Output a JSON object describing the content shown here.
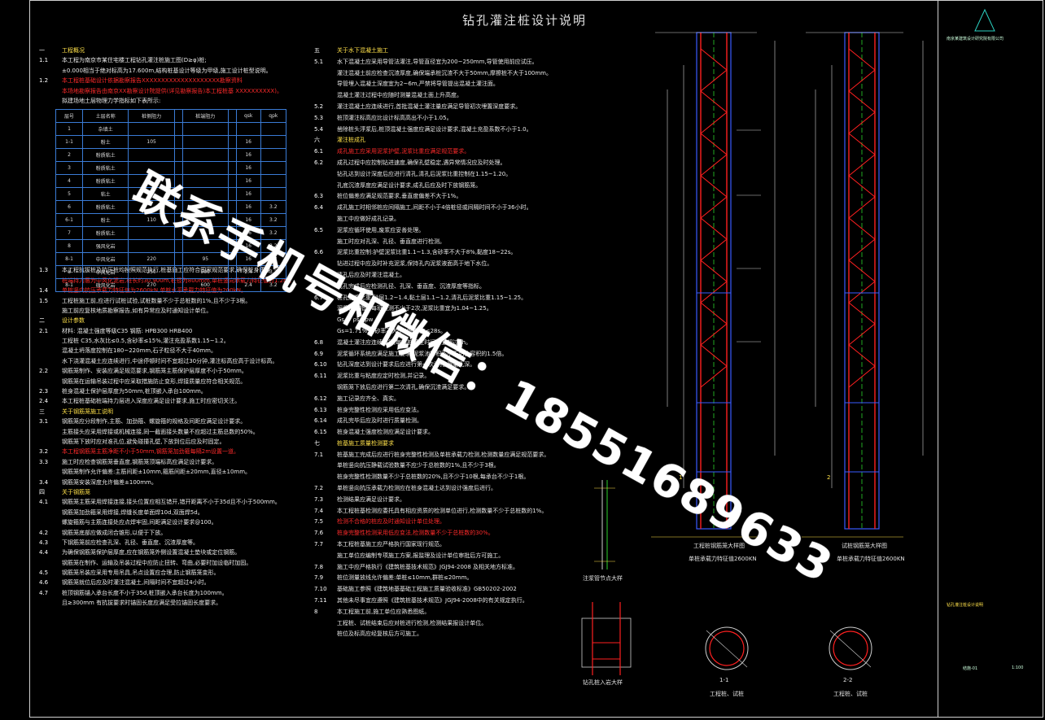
{
  "title": "钻孔灌注桩设计说明",
  "watermark": "联系手机号和微信：18551689633",
  "left_notes": [
    {
      "n": "一",
      "t": "工程概况",
      "c": "h"
    },
    {
      "n": "1.1",
      "t": "本工程为南京市某住宅楼工程钻孔灌注桩施工图(D≥φ)桩;"
    },
    {
      "n": "",
      "t": "±0.000相当于绝对标高为17.600m,结构桩基设计等级为甲级,施工设计桩型说明。"
    },
    {
      "n": "1.2",
      "t": "本工程桩基础设计依据勘察报告XXXXXXXXXXXXXXXXXXXX勘察资料",
      "c": "red"
    },
    {
      "n": "",
      "t": "本场地勘察报告由南京XX勘察设计院提供(详见勘察报告)本工程桩基 XXXXXXXXXX)。",
      "c": "red"
    },
    {
      "n": "",
      "t": "拟建场地土层物理力学指标如下表所示:"
    },
    {
      "n": "1.3",
      "t": "本工程抗拔桩及抗压桩均按照规范执行,桩基施工应符合国家规范要求,确保桩身质量"
    },
    {
      "n": "",
      "t": "桩端持力层为中风化泥岩,桩长约30.900m,桩径为800mm,单桩竖向承载力特征值为1.2m。",
      "c": "red"
    },
    {
      "n": "1.4",
      "t": "单桩竖向抗压承载力特征值为2600kN,单桩水平承载力特征值为200kN。",
      "c": "red"
    },
    {
      "n": "1.5",
      "t": "工程桩施工前,应进行试桩试验,试桩数量不少于总桩数的1%,且不少于3根。"
    },
    {
      "n": "",
      "t": "施工前应复核地质勘察报告,如有异常应及时通知设计单位。"
    },
    {
      "n": "二",
      "t": "设计参数",
      "c": "h"
    },
    {
      "n": "2.1",
      "t": "材料:    混凝土强度等级C35        钢筋: HPB300  HRB400"
    },
    {
      "n": "",
      "t": "工程桩  C35,水灰比≤0.5,含砂率≤15%,灌注充盈系数1.15~1.2。"
    },
    {
      "n": "",
      "t": "混凝土坍落度控制在180~220mm,石子粒径不大于40mm。"
    },
    {
      "n": "",
      "t": "水下浇灌混凝土应连续进行,中途停顿时间不宜超过30分钟,灌注标高应高于设计标高。"
    },
    {
      "n": "2.2",
      "t": "钢筋笼制作、安装应满足规范要求,钢筋笼主筋保护层厚度不小于50mm。"
    },
    {
      "n": "",
      "t": "钢筋笼在运输吊装过程中应采取措施防止变形,焊接质量应符合相关规范。"
    },
    {
      "n": "2.3",
      "t": "桩身混凝土保护层厚度为50mm,桩顶嵌入承台100mm。"
    },
    {
      "n": "2.4",
      "t": "本工程桩基础桩端持力层进入深度应满足设计要求,施工时应密切关注。"
    },
    {
      "n": "三",
      "t": "关于钢筋笼施工说明",
      "c": "h"
    },
    {
      "n": "3.1",
      "t": "钢筋笼应分段制作,主筋、加劲箍、螺旋箍的规格及间距应满足设计要求。"
    },
    {
      "n": "",
      "t": "主筋接头应采用焊接或机械连接,同一截面接头数量不应超过主筋总数的50%。"
    },
    {
      "n": "",
      "t": "钢筋笼下放时应对准孔位,避免碰撞孔壁,下放到位后应及时固定。"
    },
    {
      "n": "3.2",
      "t": "本工程钢筋笼主筋净距不小于50mm,钢筋笼加劲箍每隔2m设置一道。",
      "c": "red"
    },
    {
      "n": "3.3",
      "t": "施工时应检查钢筋笼垂直度,钢筋笼顶端标高应满足设计要求。"
    },
    {
      "n": "",
      "t": "钢筋笼制作允许偏差:主筋间距±10mm,箍筋间距±20mm,直径±10mm。"
    },
    {
      "n": "3.4",
      "t": "钢筋笼安装深度允许偏差±100mm。"
    },
    {
      "n": "四",
      "t": "关于钢筋笼",
      "c": "h"
    },
    {
      "n": "4.1",
      "t": "钢筋笼主筋采用焊接连接,接头位置应相互错开,错开距离不小于35d且不小于500mm。"
    },
    {
      "n": "",
      "t": "钢筋笼加劲箍采用焊接,焊缝长度单面焊10d,双面焊5d。"
    },
    {
      "n": "",
      "t": "螺旋箍筋与主筋连接处应点焊牢固,间距满足设计要求@100。"
    },
    {
      "n": "4.2",
      "t": "钢筋笼底部应做成闭合锥形,以便于下放。"
    },
    {
      "n": "4.3",
      "t": "下钢筋笼前应检查孔深、孔径、垂直度、沉渣厚度等。"
    },
    {
      "n": "4.4",
      "t": "为确保钢筋笼保护层厚度,应在钢筋笼外侧设置混凝土垫块或定位钢筋。"
    },
    {
      "n": "",
      "t": "钢筋笼在制作、运输及吊装过程中应防止扭转、弯曲,必要时加设临时加固。"
    },
    {
      "n": "4.5",
      "t": "钢筋笼吊装应采用专用吊具,吊点设置应合理,防止钢筋笼变形。"
    },
    {
      "n": "4.6",
      "t": "钢筋笼就位后应及时灌注混凝土,间隔时间不宜超过4小时。"
    },
    {
      "n": "4.7",
      "t": "桩顶钢筋锚入承台长度不小于35d,桩顶嵌入承台长度为100mm。"
    },
    {
      "n": "",
      "t": "且≥300mm 有抗拔要求时锚固长度应满足受拉锚固长度要求。"
    }
  ],
  "right_notes": [
    {
      "n": "五",
      "t": "关于水下混凝土施工",
      "c": "h"
    },
    {
      "n": "5.1",
      "t": "水下混凝土应采用导管法灌注,导管直径宜为200~250mm,导管使用前应试压。"
    },
    {
      "n": "",
      "t": "灌注混凝土前应检查沉渣厚度,确保端承桩沉渣不大于50mm,摩擦桩不大于100mm。"
    },
    {
      "n": "",
      "t": "导管埋入混凝土深度宜为2~6m,严禁将导管提出混凝土灌注面。"
    },
    {
      "n": "",
      "t": "混凝土灌注过程中应随时测量混凝土面上升高度。"
    },
    {
      "n": "5.2",
      "t": "灌注混凝土应连续进行,首批混凝土灌注量应满足导管初次埋置深度要求。"
    },
    {
      "n": "5.3",
      "t": "桩顶灌注标高应比设计标高高出不小于1.05。"
    },
    {
      "n": "5.4",
      "t": "凿除桩头浮浆后,桩顶混凝土强度应满足设计要求,混凝土充盈系数不小于1.0。"
    },
    {
      "n": "六",
      "t": "灌注桩成孔",
      "c": "h"
    },
    {
      "n": "6.1",
      "t": "成孔施工应采用泥浆护壁,泥浆比重应满足规范要求。",
      "c": "red"
    },
    {
      "n": "6.2",
      "t": "成孔过程中应控制钻进速度,确保孔壁稳定,遇异常情况应及时处理。"
    },
    {
      "n": "",
      "t": "钻孔达到设计深度后应进行清孔,清孔后泥浆比重控制在1.15~1.20。"
    },
    {
      "n": "",
      "t": "孔底沉渣厚度应满足设计要求,成孔后应及时下放钢筋笼。"
    },
    {
      "n": "6.3",
      "t": "桩位偏差应满足规范要求,垂直度偏差不大于1%。"
    },
    {
      "n": "6.4",
      "t": "成孔施工时相邻桩应间隔施工,间距不小于4倍桩径或间隔时间不小于36小时。"
    },
    {
      "n": "",
      "t": "施工中应做好成孔记录。"
    },
    {
      "n": "6.5",
      "t": "泥浆应循环使用,废浆应妥善处理。"
    },
    {
      "n": "",
      "t": "施工时应对孔深、孔径、垂直度进行检测。"
    },
    {
      "n": "6.6",
      "t": "泥浆比重控制:护壁泥浆比重1.1~1.3,含砂率不大于8%,黏度18~22s。"
    },
    {
      "n": "",
      "t": "钻进过程中应及时补充泥浆,保持孔内泥浆液面高于地下水位。"
    },
    {
      "n": "",
      "t": "清孔后应及时灌注混凝土。"
    },
    {
      "n": "",
      "t": "成孔完成后应检测孔径、孔深、垂直度、沉渣厚度等指标。"
    },
    {
      "n": "6.7",
      "t": "桩孔泥浆比重:砂层1.2~1.4,黏土层1.1~1.2,清孔后泥浆比重1.15~1.25。"
    },
    {
      "n": "",
      "t": "泥浆性能指标每班检测不少于2次,泥浆比重宜为1.04~1.25。"
    },
    {
      "n": "",
      "t": "Gs = ρs / ρw"
    },
    {
      "n": "",
      "t": "Gs=1.71%,含砂率不大于4%,粘度≤28s。"
    },
    {
      "n": "6.8",
      "t": "混凝土灌注应连续进行,每根桩灌注时间不宜超过8h。"
    },
    {
      "n": "6.9",
      "t": "泥浆循环系统应满足施工要求,泥浆池容积不小于钻孔容积的1.5倍。"
    },
    {
      "n": "6.10",
      "t": "钻孔深度达到设计要求后应进行第一次清孔,测量孔深。"
    },
    {
      "n": "6.11",
      "t": "泥浆比重与粘度应定时检测,并记录。"
    },
    {
      "n": "",
      "t": "钢筋笼下放后应进行第二次清孔,确保沉渣满足要求。"
    },
    {
      "n": "6.12",
      "t": "施工记录应齐全、真实。"
    },
    {
      "n": "6.13",
      "t": "桩身完整性检测应采用低应变法。"
    },
    {
      "n": "6.14",
      "t": "成孔完毕后应及时进行质量检测。"
    },
    {
      "n": "6.15",
      "t": "桩身混凝土强度检测应满足设计要求。"
    },
    {
      "n": "七",
      "t": "桩基施工质量检测要求",
      "c": "h"
    },
    {
      "n": "7.1",
      "t": "桩基施工完成后应进行桩身完整性检测及单桩承载力检测,检测数量应满足规范要求。"
    },
    {
      "n": "",
      "t": "单桩竖向抗压静载试验数量不应少于总桩数的1%,且不少于3根。"
    },
    {
      "n": "",
      "t": "桩身完整性检测数量不少于总桩数的20%,且不少于10根,每承台不少于1根。"
    },
    {
      "n": "7.2",
      "t": "单桩竖向抗压承载力检测应在桩身混凝土达到设计强度后进行。"
    },
    {
      "n": "7.3",
      "t": "检测结果应满足设计要求。"
    },
    {
      "n": "7.4",
      "t": "本工程桩基检测应委托具有相应资质的检测单位进行,检测数量不少于总桩数的1%。"
    },
    {
      "n": "7.5",
      "t": "检测不合格的桩应及时通知设计单位处理。",
      "c": "red"
    },
    {
      "n": "7.6",
      "t": "桩身完整性检测采用低应变法,检测数量不少于总桩数的30%。",
      "c": "red"
    },
    {
      "n": "7.7",
      "t": "本工程桩基施工应严格执行国家现行规范。"
    },
    {
      "n": "",
      "t": "施工单位应编制专项施工方案,报监理及设计单位审批后方可施工。"
    },
    {
      "n": "7.8",
      "t": "施工中应严格执行《建筑桩基技术规范》JGJ94-2008 及相关地方标准。"
    },
    {
      "n": "7.9",
      "t": "桩位测量放线允许偏差:单桩≤10mm,群桩≤20mm。"
    },
    {
      "n": "7.10",
      "t": "基础施工参照《建筑地基基础工程施工质量验收标准》GB50202-2002"
    },
    {
      "n": "7.11",
      "t": "其他未尽事宜应遵照《建筑桩基技术规范》JGJ94-2008中的有关规定执行。"
    },
    {
      "n": "8",
      "t": "本工程施工前,施工单位应熟悉图纸。"
    },
    {
      "n": "",
      "t": "工程桩、试桩结束后应对桩进行检测,检测结果报设计单位。"
    },
    {
      "n": "",
      "t": "桩位及标高应经复核后方可施工。"
    }
  ],
  "soil_table": {
    "headers": [
      "层号",
      "土层名称",
      "桩侧阻力",
      "",
      "桩端阻力",
      "",
      "qsk",
      "qpk"
    ],
    "rows": [
      [
        "1",
        "杂填土",
        "",
        "",
        "",
        "",
        "",
        ""
      ],
      [
        "1-1",
        "粉土",
        "105",
        "",
        "",
        "",
        "16",
        ""
      ],
      [
        "2",
        "粉质粘土",
        "",
        "",
        "",
        "",
        "16",
        ""
      ],
      [
        "3",
        "粉质粘土",
        "",
        "",
        "",
        "",
        "16",
        ""
      ],
      [
        "4",
        "粉质粘土",
        "",
        "",
        "",
        "",
        "16",
        ""
      ],
      [
        "5",
        "粘土",
        "",
        "",
        "",
        "",
        "16",
        ""
      ],
      [
        "6",
        "粉质粘土",
        "",
        "",
        "",
        "",
        "16",
        "3.2"
      ],
      [
        "6-1",
        "粉土",
        "110",
        "",
        "",
        "",
        "16",
        "3.2"
      ],
      [
        "7",
        "粉质粘土",
        "",
        "",
        "",
        "",
        "16",
        "3.2"
      ],
      [
        "8",
        "强风化岩",
        "",
        "",
        "",
        "",
        "16",
        "3.2"
      ],
      [
        "8-1",
        "中风化岩",
        "220",
        "",
        "95",
        "",
        "16",
        "3.2"
      ],
      [
        "8",
        "中风化岩",
        "250",
        "",
        "500",
        "",
        "2.4",
        "3.2"
      ],
      [
        "8-1",
        "微风化岩",
        "270",
        "",
        "600",
        "",
        "2.4",
        "3.2"
      ]
    ]
  },
  "drawing_labels": {
    "pile1_caption": "工程桩钢筋笼大样图",
    "pile1_sub": "单桩承载力特征值2600KN",
    "pile2_caption": "试桩钢筋笼大样图",
    "pile2_sub": "单桩承载力特征值2600KN",
    "detail_a": "注浆管节点大样",
    "detail_b": "钻孔桩入岩大样",
    "section1": "1-1",
    "section1_sub": "工程桩、试桩",
    "section2": "2-2",
    "section2_sub": "工程桩、试桩",
    "mark_1": "1",
    "mark_2": "2"
  },
  "titleblock": {
    "company": "南京某建筑设计研究院有限公司",
    "project": "钻孔灌注桩设计说明",
    "drawing_no": "结施-01",
    "scale": "1:100"
  }
}
